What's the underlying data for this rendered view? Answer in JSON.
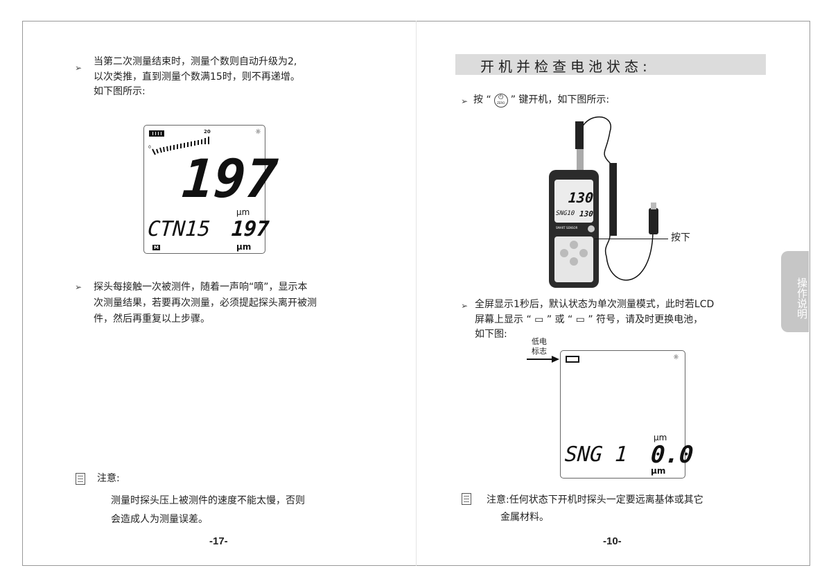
{
  "left_page": {
    "bullet1": [
      "当第二次测量结束时，测量个数则自动升级为2,",
      "以次类推，直到测量个数满15时，则不再递增。",
      "如下图所示:"
    ],
    "lcd": {
      "scale_min": "0",
      "scale_max": "20",
      "main_value": "197",
      "unit_main": "μm",
      "mode_text": "CTN15",
      "sub_value": "197",
      "unit_sub": "μm",
      "mode_badge": "M"
    },
    "bullet2": [
      "探头每接触一次被测件，随着一声响“嘀”，显示本",
      "次测量结果，若要再次测量，必须提起探头离开被测",
      "件，然后再重复以上步骤。"
    ],
    "note_label": "注意:",
    "note_lines": [
      "测量时探头压上被测件的速度不能太慢，否则",
      "会造成人为测量误差。"
    ],
    "page_number": "-17-"
  },
  "right_page": {
    "header": "开机并检查电池状态:",
    "bullet1_pre": "按 “",
    "power_key_label": "ZERO",
    "bullet1_post": "” 键开机，如下图所示:",
    "device": {
      "brand": "SMART SENSOR",
      "main_value": "130",
      "mode_text": "SNG10",
      "sub_value": "130",
      "callout": "按下"
    },
    "bullet2": [
      "全屏显示1秒后，默认状态为单次测量模式，此时若LCD",
      "屏幕上显示 “ ▭ ” 或 “ ▭ ” 符号，请及时更换电池，",
      "如下图:"
    ],
    "low_battery_label": [
      "低电",
      "标志"
    ],
    "lcd": {
      "unit_top": "μm",
      "mode_text": "SNG 1",
      "value": "0.0",
      "unit_bottom": "μm"
    },
    "note_lines": [
      "注意:任何状态下开机时探头一定要远离基体或其它",
      "金属材料。"
    ],
    "page_number": "-10-"
  },
  "side_tab": "操作说明"
}
